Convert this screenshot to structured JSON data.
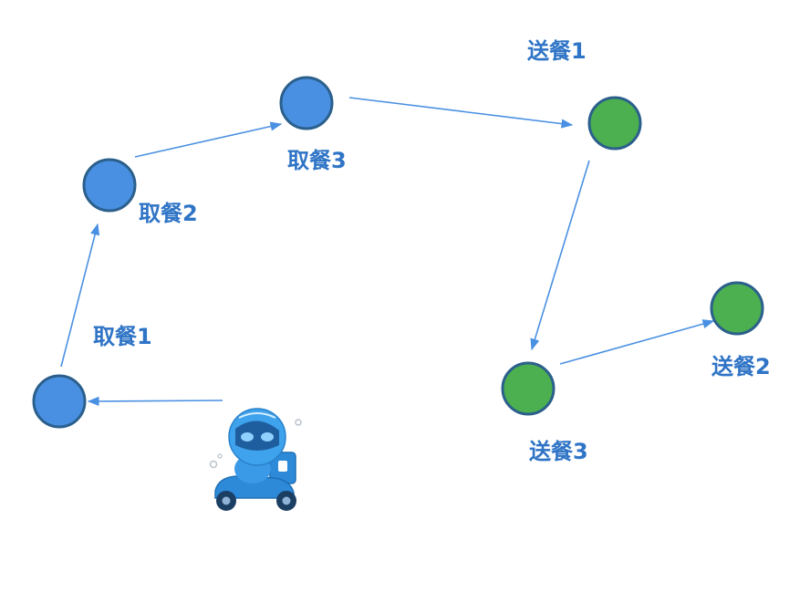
{
  "colors": {
    "pickup": "#4A90E2",
    "delivery": "#4CAF50",
    "node_border": "#2B5F8C",
    "arrow": "#4A90E2",
    "label": "#2F74C6"
  },
  "nodes": {
    "pickup_1": {
      "label": "取餐1",
      "kind": "pickup"
    },
    "pickup_2": {
      "label": "取餐2",
      "kind": "pickup"
    },
    "pickup_3": {
      "label": "取餐3",
      "kind": "pickup"
    },
    "delivery_1": {
      "label": "送餐1",
      "kind": "delivery"
    },
    "delivery_2": {
      "label": "送餐2",
      "kind": "delivery"
    },
    "delivery_3": {
      "label": "送餐3",
      "kind": "delivery"
    }
  },
  "courier": {
    "icon": "courier-scooter-icon"
  },
  "route": [
    "courier",
    "pickup_1",
    "pickup_2",
    "pickup_3",
    "delivery_1",
    "delivery_3",
    "delivery_2"
  ]
}
